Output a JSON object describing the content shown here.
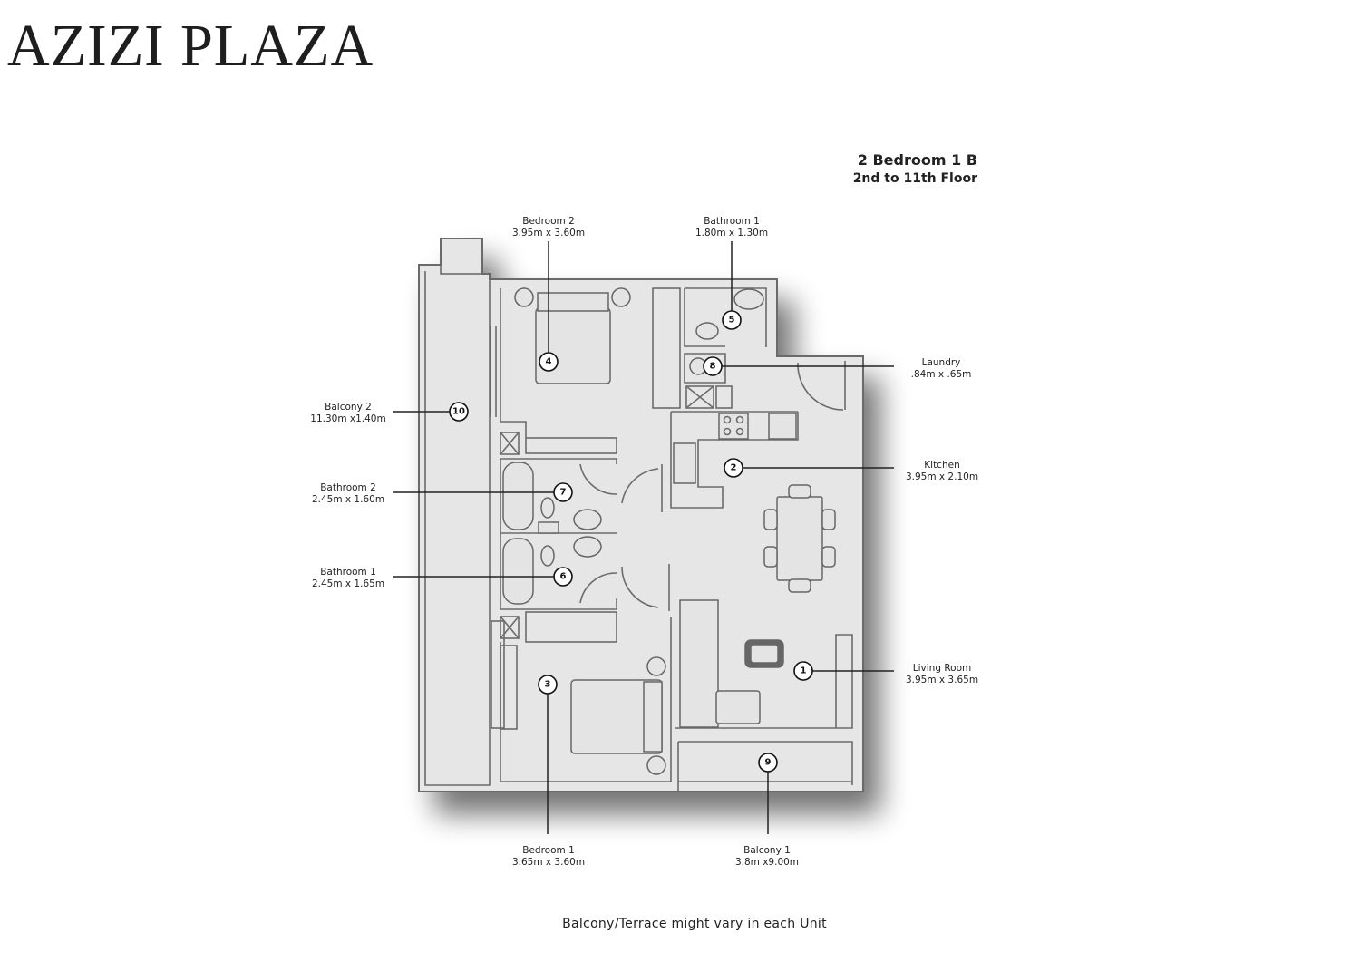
{
  "brand": "AZIZI PLAZA",
  "unit": {
    "type": "2 Bedroom 1 B",
    "floors": "2nd to 11th Floor"
  },
  "rooms": [
    {
      "num": "1",
      "name": "Living Room",
      "size": "3.95m x 3.65m"
    },
    {
      "num": "2",
      "name": "Kitchen",
      "size": "3.95m x 2.10m"
    },
    {
      "num": "3",
      "name": "Bedroom 1",
      "size": "3.65m x 3.60m"
    },
    {
      "num": "4",
      "name": "Bedroom 2",
      "size": "3.95m x 3.60m"
    },
    {
      "num": "5",
      "name": "Bathroom 1",
      "size": "1.80m x 1.30m"
    },
    {
      "num": "6",
      "name": "Bathroom 1",
      "size": "2.45m x 1.65m"
    },
    {
      "num": "7",
      "name": "Bathroom 2",
      "size": "2.45m x 1.60m"
    },
    {
      "num": "8",
      "name": "Laundry",
      "size": ".84m x .65m"
    },
    {
      "num": "9",
      "name": "Balcony 1",
      "size": "3.8m x9.00m"
    },
    {
      "num": "10",
      "name": "Balcony 2",
      "size": "11.30m x1.40m"
    }
  ],
  "footer": "Balcony/Terrace  might vary in each Unit"
}
